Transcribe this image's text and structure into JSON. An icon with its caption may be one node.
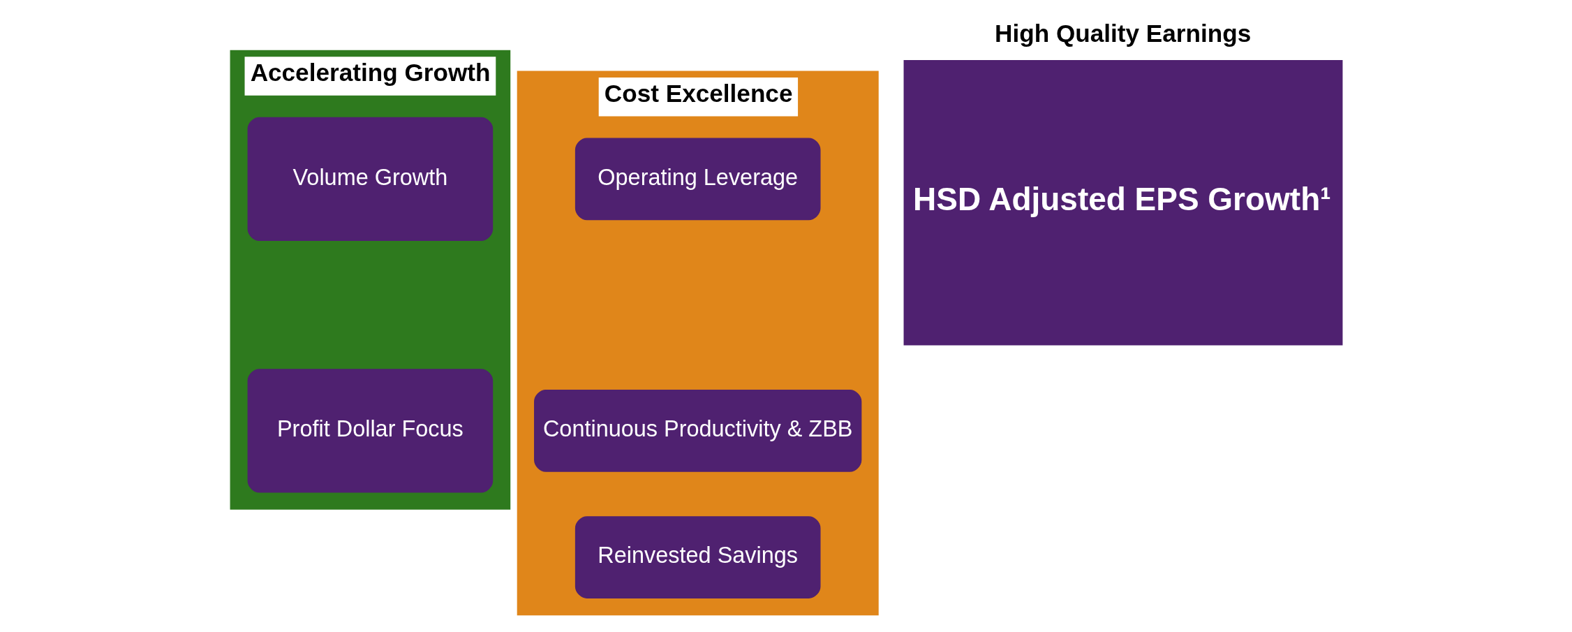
{
  "diagram": {
    "nodes": [
      {
        "text": [
          "Accelerating Growth"
        ]
      },
      {
        "text": [
          "Volume Growth"
        ],
        "in": 0
      },
      {
        "text": [
          "Profit Dollar Focus"
        ],
        "in": 0
      },
      {
        "text": [
          "Cost Excellence"
        ]
      },
      {
        "text": [
          "Operating Leverage"
        ],
        "in": 3
      },
      {
        "text": [
          "Continuous Productivity & ZBB"
        ],
        "in": 3
      },
      {
        "text": [
          "Reinvested Savings"
        ],
        "in": 3
      },
      {
        "text": [
          "High Quality Earnings",
          "HSD Adjusted EPS Growth¹"
        ]
      }
    ],
    "edges": []
  }
}
